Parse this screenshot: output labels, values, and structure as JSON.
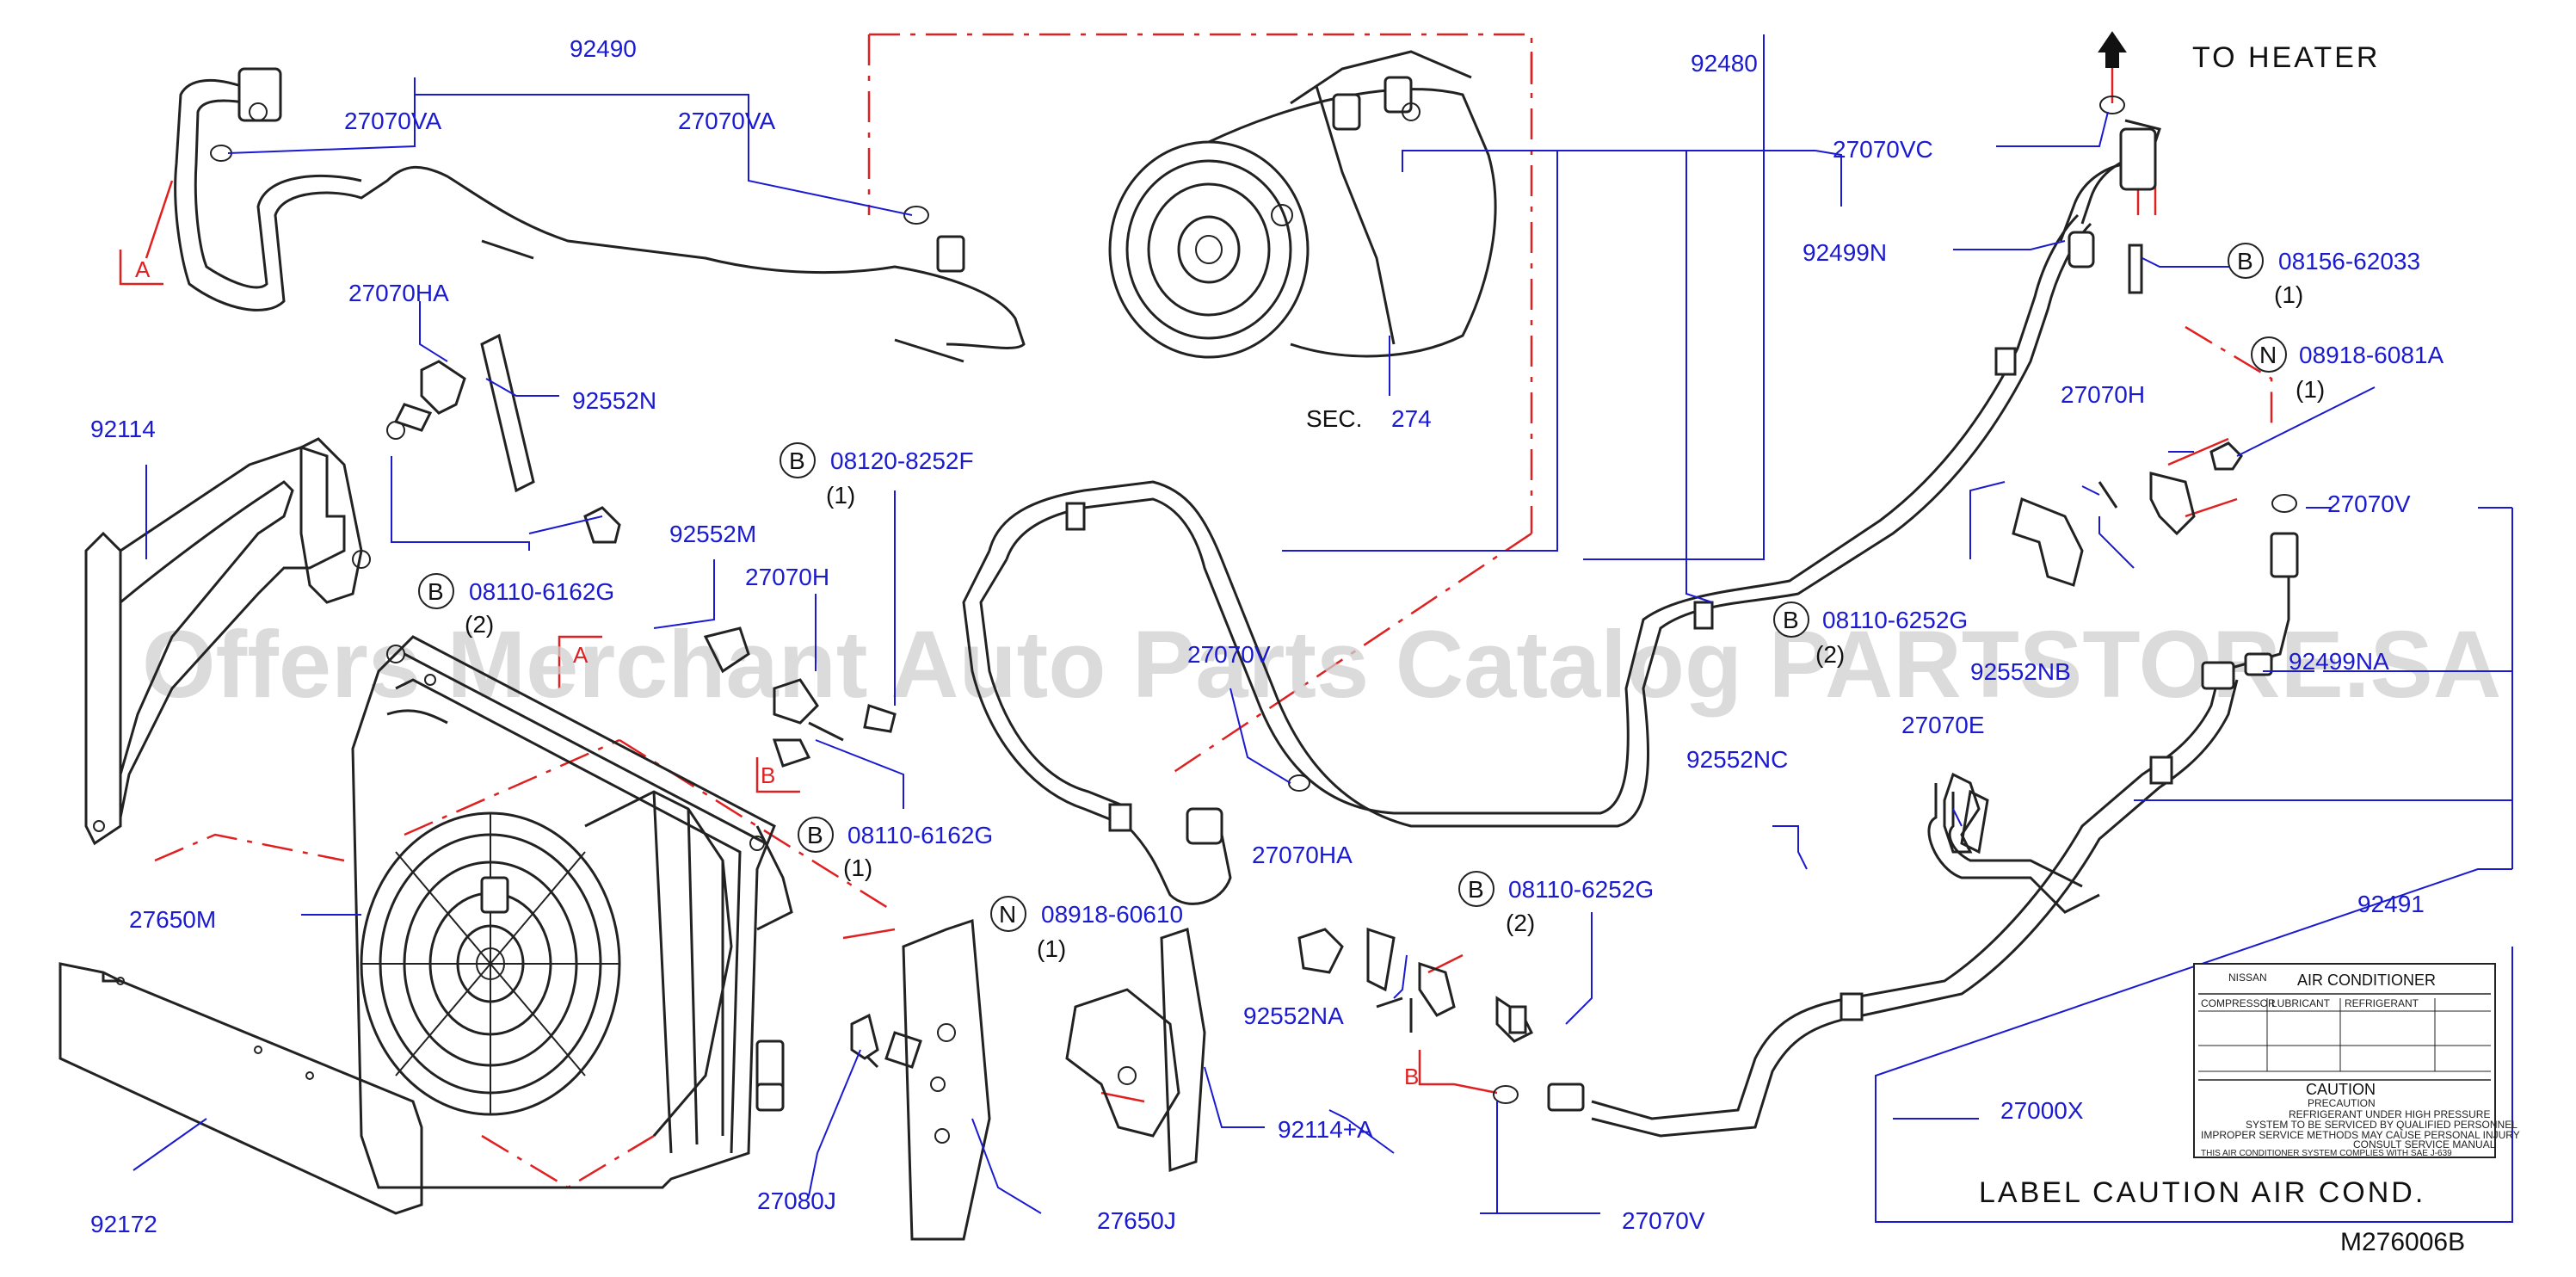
{
  "labels": {
    "p92490": "92490",
    "p27070VA_l": "27070VA",
    "p27070VA_r": "27070VA",
    "p27070HA_t": "27070HA",
    "p92552N": "92552N",
    "p92114": "92114",
    "p08110_6162G_t": "08110-6162G",
    "p08110_6162G_t_q": "(2)",
    "p92552M": "92552M",
    "p27070H_m": "27070H",
    "p08120_8252F": "08120-8252F",
    "p08120_8252F_q": "(1)",
    "p08110_6162G_b": "08110-6162G",
    "p08110_6162G_b_q": "(1)",
    "p27650M": "27650M",
    "p08918_60610": "08918-60610",
    "p08918_60610_q": "(1)",
    "p92172": "92172",
    "p27080J": "27080J",
    "p27650J": "27650J",
    "p92114A": "92114+A",
    "sec": "SEC.",
    "sec_num": "274",
    "p27070HA_b": "27070HA",
    "p92552NA": "92552NA",
    "p08110_6252G_b": "08110-6252G",
    "p08110_6252G_b_q": "(2)",
    "p27070V_b": "27070V",
    "p92480": "92480",
    "p27070VC": "27070VC",
    "p92499N": "92499N",
    "to_heater": "TO  HEATER",
    "p08156_62033": "08156-62033",
    "p08156_62033_q": "(1)",
    "p08918_6081A": "08918-6081A",
    "p08918_6081A_q": "(1)",
    "p27070H_r": "27070H",
    "p27070V_r": "27070V",
    "p08110_6252G_m": "08110-6252G",
    "p08110_6252G_m_q": "(2)",
    "p92552NB": "92552NB",
    "p92499NA": "92499NA",
    "p27070E": "27070E",
    "p92552NC": "92552NC",
    "p92491": "92491",
    "p27000X": "27000X",
    "label_caption": "LABEL  CAUTION  AIR  COND.",
    "diagram_code": "M276006B",
    "p27070V_c": "27070V"
  },
  "markers": {
    "B": "B",
    "N": "N",
    "A": "A"
  },
  "ac_label": {
    "brand": "NISSAN",
    "title": "AIR  CONDITIONER",
    "col_compressor": "COMPRESSOR",
    "col_lubricant": "LUBRICANT",
    "col_refrigerant": "REFRIGERANT",
    "caution": "CAUTION",
    "precaution": "PRECAUTION",
    "line1": "REFRIGERANT  UNDER  HIGH  PRESSURE",
    "line2": "SYSTEM  TO  BE  SERVICED  BY  QUALIFIED  PERSONNEL",
    "line3": "IMPROPER  SERVICE  METHODS  MAY  CAUSE  PERSONAL  INJURY",
    "line4": "CONSULT  SERVICE  MANUAL",
    "line5": "THIS  AIR  CONDITIONER  SYSTEM  COMPLIES  WITH  SAE J-639"
  },
  "watermark": "Offers Merchant Auto Parts Catalog PARTSTORE.SA",
  "colors": {
    "part_number": "#1a1ad0",
    "leader": "#1a1ad0",
    "phantom": "#e02020",
    "line_art": "#222222",
    "watermark": "#cfcfcf"
  }
}
